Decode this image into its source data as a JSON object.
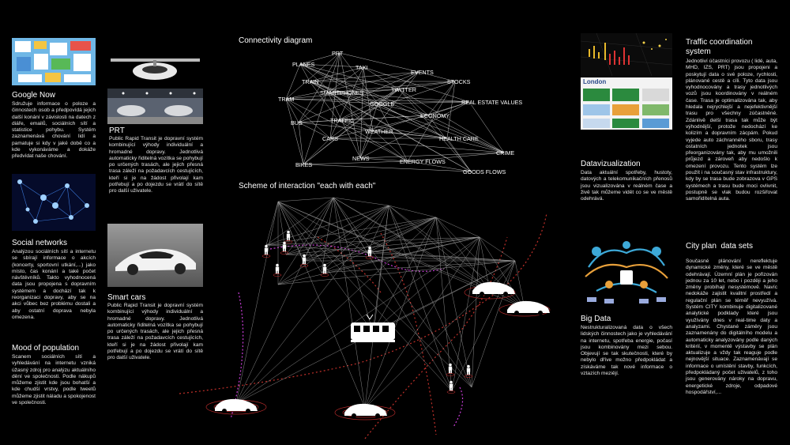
{
  "google_now": {
    "title": "Google Now",
    "text": "Sdružuje informace o poloze a činnostech osob a předpovídá jejich další konání v závislosti na datech z diáře, emailů, sociálních sítí a statistice pohybu. Systém zaznamenává chování lidí a pamatuje si kdy v jaké době co a kde vykonáváme a dokáže předvídat naše chování."
  },
  "prt": {
    "title": "PRT",
    "text": "Public Rapid Transit je dopravní systém kombinující výhody individuální a hromadné dopravy. Jednotlivá automaticky řiditelná vozítka se pohybují po určených trasách, ale jejich přesná trasa záleží na požadavcích cestujících, kteří si je na žádost přivolají kam potřebují a po dojezdu se vrátí do sítě pro další uživatele."
  },
  "social_networks": {
    "title": "Social networks",
    "text": "Analýzou sociálních sítí a internetu se sbírají informace o akcích (koncerty, sportovní utkání,...) jako místo, čas konání a také počet návštěvníků. Takto vyhodnocená data jsou propojena s dopravním systémem a dochází tak k reorganizaci dopravy, aby se na akci vůbec bez problému dostali a aby ostatní doprava nebyla omezena."
  },
  "smart_cars": {
    "title": "Smart cars",
    "text": "Public Rapid Transit je dopravní systém kombinující výhody individuální a hromadné dopravy. Jednotlivá automaticky řiditelná vozítka se pohybují po určených trasách, ale jejich přesná trasa záleží na požadavcích cestujících, kteří si je na žádost přivolají kam potřebují a po dojezdu se vrátí do sítě pro další uživatele."
  },
  "mood": {
    "title": "Mood of population",
    "text": "Scanem sociálních sítí a vyhledávání na internetu vzniká úžasný zdroj pro analýzu aktuálního dění ve společnosti. Podle nákupů můžeme zjistit kde jsou bohatší a kde chudší vrstvy, podle tweetů můžeme zjistit náladu a spokojenost ve společnosti."
  },
  "connectivity": {
    "title": "Connectivity diagram",
    "nodes": [
      "PRT",
      "PLANES",
      "TAXI",
      "TRAIN",
      "EVENTS",
      "STOCKS",
      "SMARTPHONES",
      "TWITTER",
      "TRAM",
      "GOOGLE",
      "REAL ESTATE VALUES",
      "ECONOMY",
      "BUS",
      "TRAFFIC",
      "WEATHER",
      "HEALTH CARE",
      "CARS",
      "CRIME",
      "NEWS",
      "ENERGY FLOWS",
      "BIKES",
      "GOODS FLOWS"
    ]
  },
  "scheme": {
    "title": "Scheme of interaction \"each with each\""
  },
  "datavis": {
    "title": "Datavizualization",
    "text": "Data aktuální spotřeby, hustoty, datových a telekomunikačních přenosů jsou vizualizována v reálném čase a živě tak můžeme vidět co se ve městě odehrává.",
    "thumb_label": "London"
  },
  "big_data": {
    "title": "Big Data",
    "text": "Nestrukturalizovaná data o všech lidských činnostech jako je vyhledávání na internetu, spotřeba energie, počasí jsou kombinovány mezi sebou. Objevují se tak skutečnosti, které by nebylo dříve možno předpokládat a získáváme tak nové informace o vztazích meziějí."
  },
  "traffic_coord": {
    "title": "Traffic coordination system",
    "text": "Jednotliví účastníci provozu ( lidé, auta, MHD, IZS, PRT) jsou propojeni a poskytují data o své poloze, rychlosti, plánované cestě a cíli. Tyto data jsou vyhodnocovány a trasy jednotlivých vozů jsou koordinovány v reálném čase. Trasa je optimalizována tak, aby hledala nejrychlejší a nejefektivnější trasu pro všechny zúčastněné. Zdánlivě delší trasa tak může být výhodnější, protože nedochází ke kolizím a dopravním zácpám. Pokud vyjede auto záchranného sboru, trasy ostatních jednotek jsou přeorganizovány tak, aby mu umožnili průjezd a zároveň aby nedošlo k omezení provozu. Tento systém lze použít i na současný stav infrastruktury, kdy by se trasa bude zobrazova v GPS systémech a trasu bude moci ovlivnit, postupně se vlak budou rozšiřovat samořidítelná auta."
  },
  "city_plan": {
    "title": "City plan  data sets",
    "text": "Současné plánování nereflektuje dynamické změny, které se ve městě odehrávají. Územní plán je pořizován jednou za 10 let, nebo i později a jeho změny probíhají nesystémově. Navíc nedokáže zajistit kvalitní prostředí a regulační plán se téměř nevyužívá. Systém CITY kombinuje digitalizované analytické podklady které jsou využívány dnes v real-time daty a analyzami. Chystané záměry jsou zaznamenány do digitálního modelu a automaticky analyzovány podle daných kritérií, v momentě výstavby se plán aktualizuje a vždy tak reaguje podle nejnovější situace. Zaznamenávají se informace o umístění stavby, funkcích, předpokládaný počet uživatelů, z toho jsou generovány nároky na dopravu, energetické zdroje, odpadové hospodářství,..."
  }
}
